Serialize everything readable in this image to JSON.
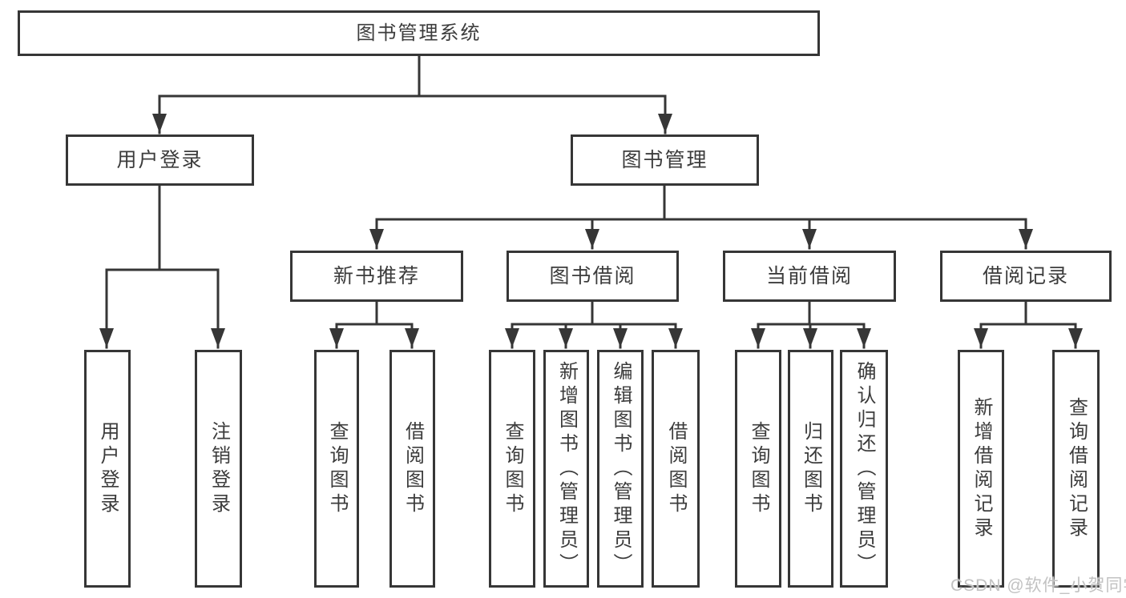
{
  "diagram_type": "hierarchy-diagram",
  "colors": {
    "line": "#363636",
    "box_border": "#363636",
    "text": "#3c3c3c",
    "background": "#ffffff",
    "watermark_text_color": "#c2c2c2"
  },
  "watermark": "CSDN @软件_小贺同学",
  "tree": {
    "root": {
      "label": "图书管理系统",
      "children": [
        {
          "label": "用户登录",
          "children": [
            {
              "label": "用户登录"
            },
            {
              "label": "注销登录"
            }
          ]
        },
        {
          "label": "图书管理",
          "children": [
            {
              "label": "新书推荐",
              "children": [
                {
                  "label": "查询图书"
                },
                {
                  "label": "借阅图书"
                }
              ]
            },
            {
              "label": "图书借阅",
              "children": [
                {
                  "label": "查询图书"
                },
                {
                  "label": "新增图书（管理员）"
                },
                {
                  "label": "编辑图书（管理员）"
                },
                {
                  "label": "借阅图书"
                }
              ]
            },
            {
              "label": "当前借阅",
              "children": [
                {
                  "label": "查询图书"
                },
                {
                  "label": "归还图书"
                },
                {
                  "label": "确认归还（管理员）"
                }
              ]
            },
            {
              "label": "借阅记录",
              "children": [
                {
                  "label": "新增借阅记录"
                },
                {
                  "label": "查询借阅记录"
                }
              ]
            }
          ]
        }
      ]
    }
  }
}
